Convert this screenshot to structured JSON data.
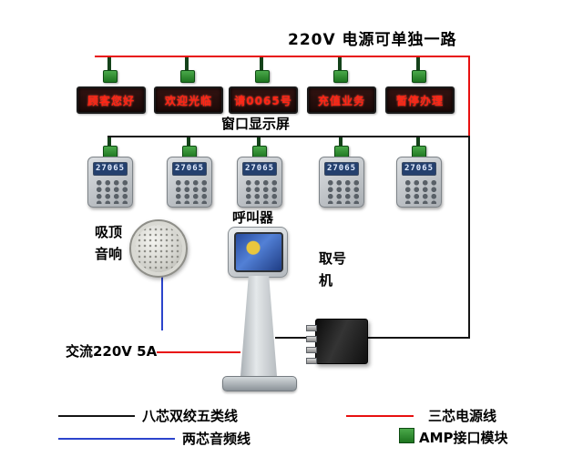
{
  "power_note": {
    "label": "220V  电源可单独一路"
  },
  "display_row": {
    "caption": "窗口显示屏",
    "displays": [
      {
        "text": "顾客您好"
      },
      {
        "text": "欢迎光临"
      },
      {
        "text": "请0065号"
      },
      {
        "text": "充值业务"
      },
      {
        "text": "暂停办理"
      }
    ]
  },
  "caller_row": {
    "caption": "呼叫器",
    "lcd_text": "27065"
  },
  "speaker": {
    "caption": "吸顶音响"
  },
  "kiosk": {
    "caption": "取号机"
  },
  "ac_power": {
    "caption": "交流220V 5A"
  },
  "legend": {
    "cat5": "八芯双绞五类线",
    "audio": "两芯音频线",
    "power": "三芯电源线",
    "amp": "AMP接口模块"
  },
  "colors": {
    "power_line": "#e81010",
    "data_line": "#151515",
    "audio_line": "#2b44cc",
    "amp_green": "#1d741f",
    "led_text": "#ff2414"
  }
}
